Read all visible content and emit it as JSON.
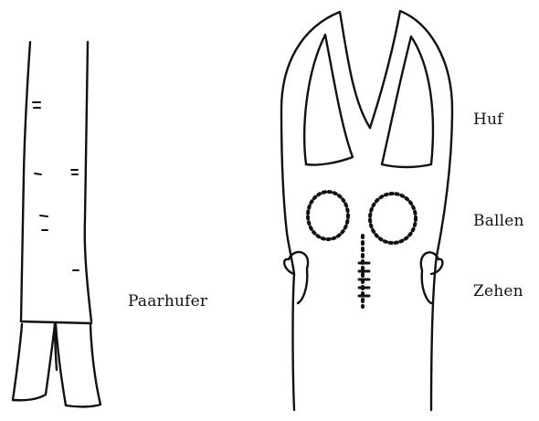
{
  "labels": {
    "paarhufer": "Paarhufer",
    "huf": "Huf",
    "ballen": "Ballen",
    "zehen": "Zehen"
  },
  "colors": {
    "ink": "#111111",
    "paper": "#ffffff"
  }
}
